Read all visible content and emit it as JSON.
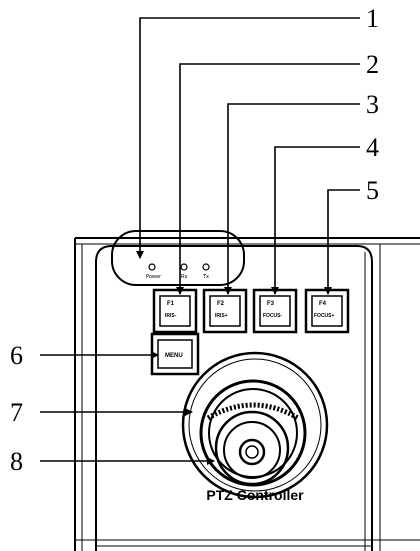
{
  "callouts": {
    "c1": "1",
    "c2": "2",
    "c3": "3",
    "c4": "4",
    "c5": "5",
    "c6": "6",
    "c7": "7",
    "c8": "8"
  },
  "device": {
    "title": "PTZ Controller",
    "indicators": [
      "Power",
      "Rx",
      "Tx"
    ],
    "keys": [
      {
        "top": "F1",
        "bottom": "IRIS-"
      },
      {
        "top": "F2",
        "bottom": "IRIS+"
      },
      {
        "top": "F3",
        "bottom": "FOCUS-"
      },
      {
        "top": "F4",
        "bottom": "FOCUS+"
      }
    ],
    "menu_key": "MENU"
  }
}
